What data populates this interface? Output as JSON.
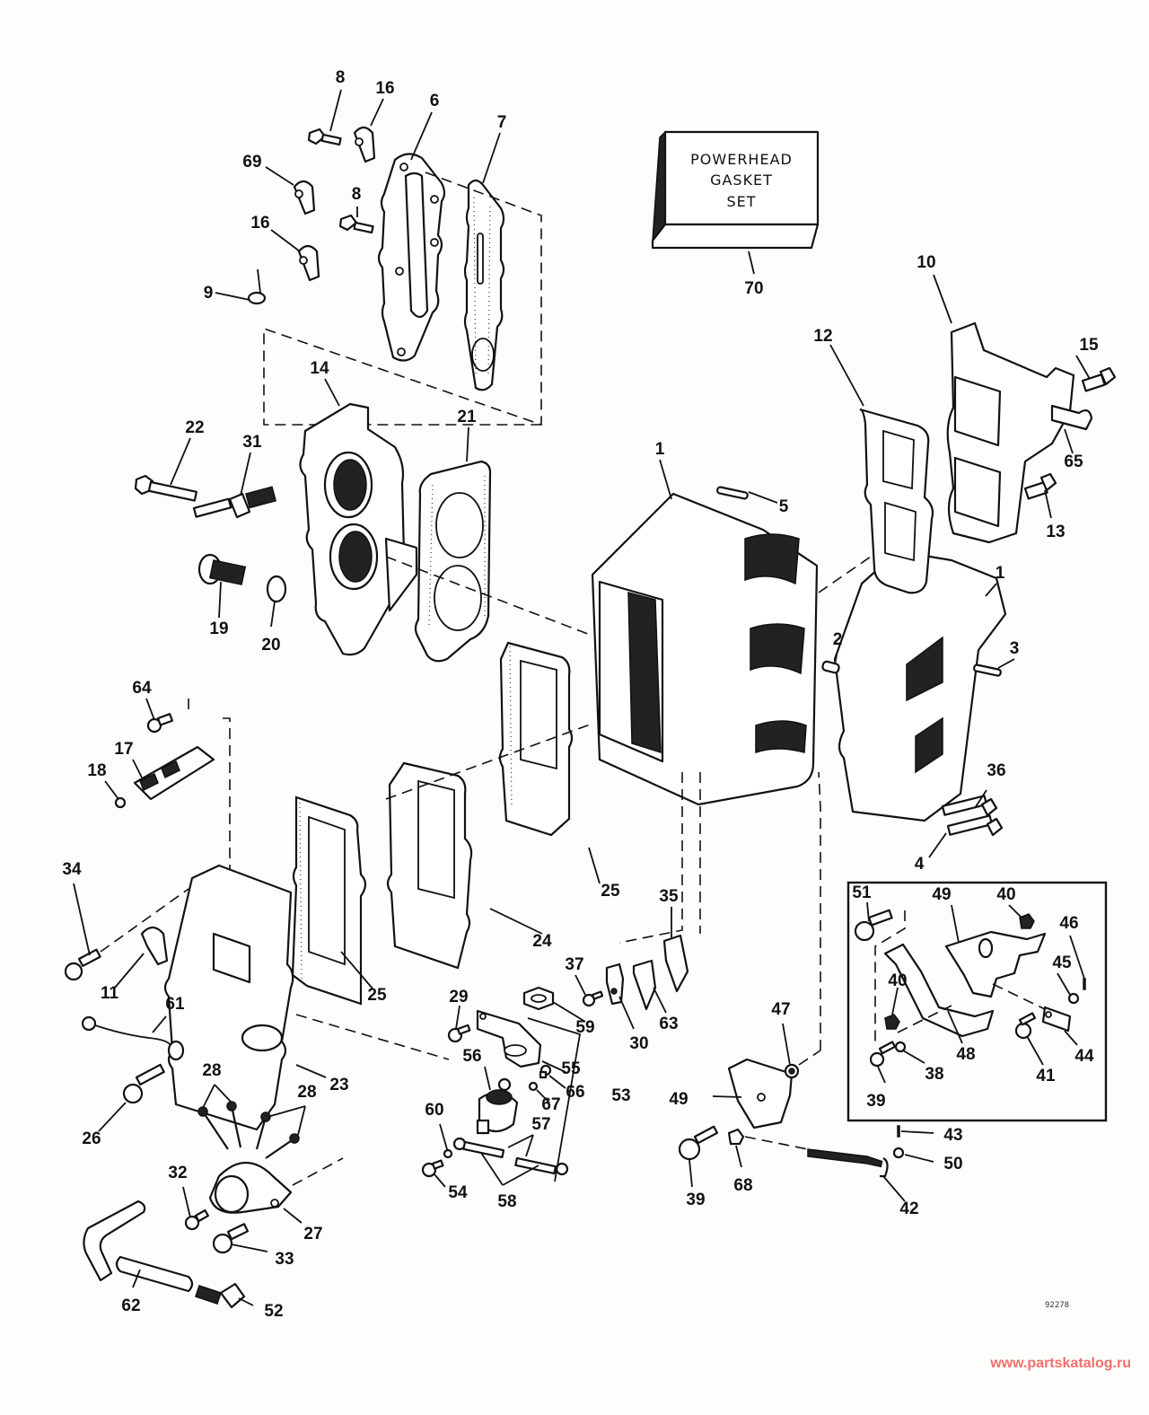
{
  "diagram": {
    "title": "Powerhead exploded parts diagram",
    "gasket_set_box": {
      "lines": [
        "POWERHEAD",
        "GASKET",
        "SET"
      ],
      "part_number": "70"
    },
    "drawing_code": "92278",
    "watermark": "www.partskatalog.ru",
    "callouts": [
      {
        "id": "c8a",
        "label": "8"
      },
      {
        "id": "c16a",
        "label": "16"
      },
      {
        "id": "c6",
        "label": "6"
      },
      {
        "id": "c7",
        "label": "7"
      },
      {
        "id": "c69",
        "label": "69"
      },
      {
        "id": "c8b",
        "label": "8"
      },
      {
        "id": "c16b",
        "label": "16"
      },
      {
        "id": "c9",
        "label": "9"
      },
      {
        "id": "c70",
        "label": "70"
      },
      {
        "id": "c10",
        "label": "10"
      },
      {
        "id": "c12",
        "label": "12"
      },
      {
        "id": "c15",
        "label": "15"
      },
      {
        "id": "c65",
        "label": "65"
      },
      {
        "id": "c13",
        "label": "13"
      },
      {
        "id": "c14",
        "label": "14"
      },
      {
        "id": "c21",
        "label": "21"
      },
      {
        "id": "c22",
        "label": "22"
      },
      {
        "id": "c31",
        "label": "31"
      },
      {
        "id": "c19",
        "label": "19"
      },
      {
        "id": "c20",
        "label": "20"
      },
      {
        "id": "c1a",
        "label": "1"
      },
      {
        "id": "c5",
        "label": "5"
      },
      {
        "id": "c1b",
        "label": "1"
      },
      {
        "id": "c2",
        "label": "2"
      },
      {
        "id": "c3",
        "label": "3"
      },
      {
        "id": "c64",
        "label": "64"
      },
      {
        "id": "c17",
        "label": "17"
      },
      {
        "id": "c18",
        "label": "18"
      },
      {
        "id": "c36",
        "label": "36"
      },
      {
        "id": "c4",
        "label": "4"
      },
      {
        "id": "c25a",
        "label": "25"
      },
      {
        "id": "c24",
        "label": "24"
      },
      {
        "id": "c34",
        "label": "34"
      },
      {
        "id": "c11",
        "label": "11"
      },
      {
        "id": "c35",
        "label": "35"
      },
      {
        "id": "c25b",
        "label": "25"
      },
      {
        "id": "c61",
        "label": "61"
      },
      {
        "id": "c23",
        "label": "23"
      },
      {
        "id": "c26",
        "label": "26"
      },
      {
        "id": "c28a",
        "label": "28"
      },
      {
        "id": "c28b",
        "label": "28"
      },
      {
        "id": "c29",
        "label": "29"
      },
      {
        "id": "c59",
        "label": "59"
      },
      {
        "id": "c37",
        "label": "37"
      },
      {
        "id": "c30",
        "label": "30"
      },
      {
        "id": "c63",
        "label": "63"
      },
      {
        "id": "c55",
        "label": "55"
      },
      {
        "id": "c56",
        "label": "56"
      },
      {
        "id": "c66",
        "label": "66"
      },
      {
        "id": "c67",
        "label": "67"
      },
      {
        "id": "c53",
        "label": "53"
      },
      {
        "id": "c60",
        "label": "60"
      },
      {
        "id": "c57",
        "label": "57"
      },
      {
        "id": "c54",
        "label": "54"
      },
      {
        "id": "c58",
        "label": "58"
      },
      {
        "id": "c32",
        "label": "32"
      },
      {
        "id": "c27",
        "label": "27"
      },
      {
        "id": "c33",
        "label": "33"
      },
      {
        "id": "c62",
        "label": "62"
      },
      {
        "id": "c52",
        "label": "52"
      },
      {
        "id": "c47",
        "label": "47"
      },
      {
        "id": "c49b",
        "label": "49"
      },
      {
        "id": "c39b",
        "label": "39"
      },
      {
        "id": "c68",
        "label": "68"
      },
      {
        "id": "c43",
        "label": "43"
      },
      {
        "id": "c50",
        "label": "50"
      },
      {
        "id": "c42",
        "label": "42"
      },
      {
        "id": "c51",
        "label": "51"
      },
      {
        "id": "c49a",
        "label": "49"
      },
      {
        "id": "c40a",
        "label": "40"
      },
      {
        "id": "c46",
        "label": "46"
      },
      {
        "id": "c45",
        "label": "45"
      },
      {
        "id": "c40b",
        "label": "40"
      },
      {
        "id": "c48",
        "label": "48"
      },
      {
        "id": "c44",
        "label": "44"
      },
      {
        "id": "c41",
        "label": "41"
      },
      {
        "id": "c38",
        "label": "38"
      },
      {
        "id": "c39a",
        "label": "39"
      }
    ]
  }
}
